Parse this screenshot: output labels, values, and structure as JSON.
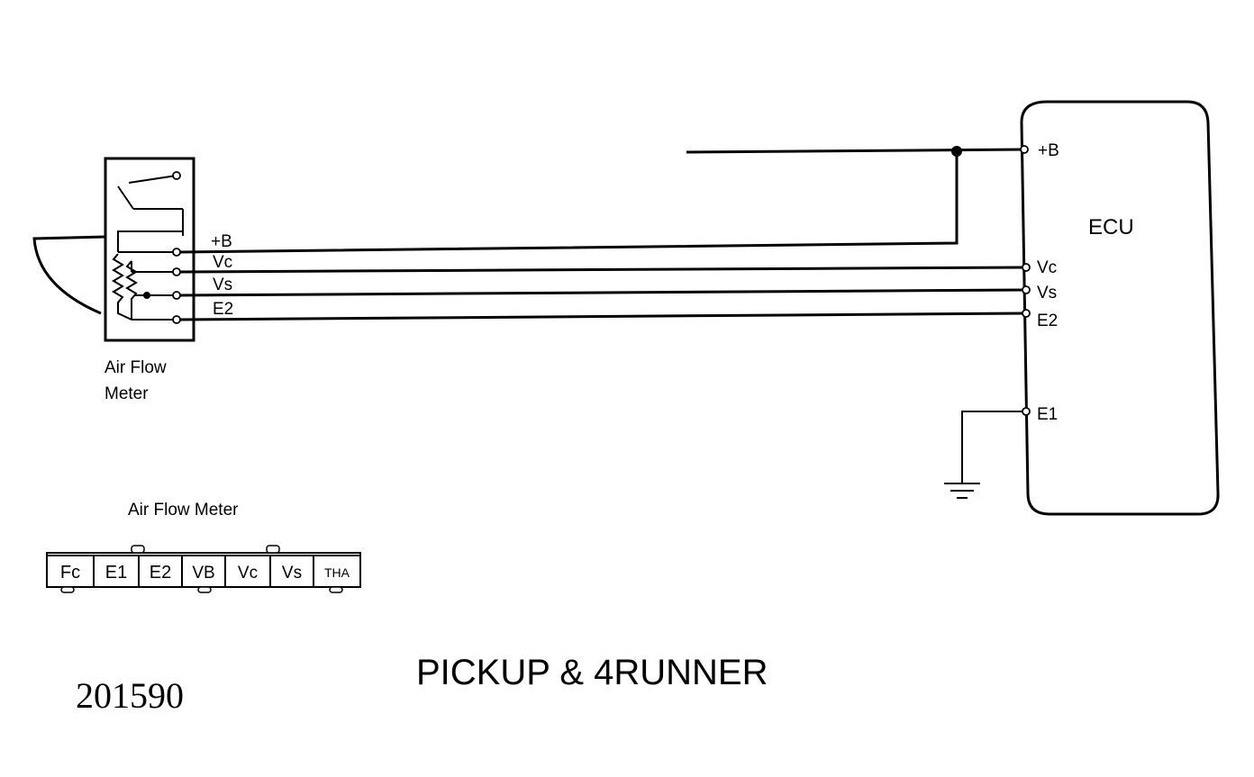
{
  "ecu": {
    "title": "ECU",
    "pins": {
      "b": "+B",
      "vc": "Vc",
      "vs": "Vs",
      "e2": "E2",
      "e1": "E1"
    }
  },
  "afm": {
    "pins": {
      "b": "+B",
      "vc": "Vc",
      "vs": "Vs",
      "e2": "E2"
    },
    "label_line1": "Air Flow",
    "label_line2": "Meter"
  },
  "connector": {
    "title": "Air Flow Meter",
    "pins": [
      "Fc",
      "E1",
      "E2",
      "VB",
      "Vc",
      "Vs",
      "THA"
    ]
  },
  "caption": "PICKUP & 4RUNNER",
  "doc_number": "201590"
}
